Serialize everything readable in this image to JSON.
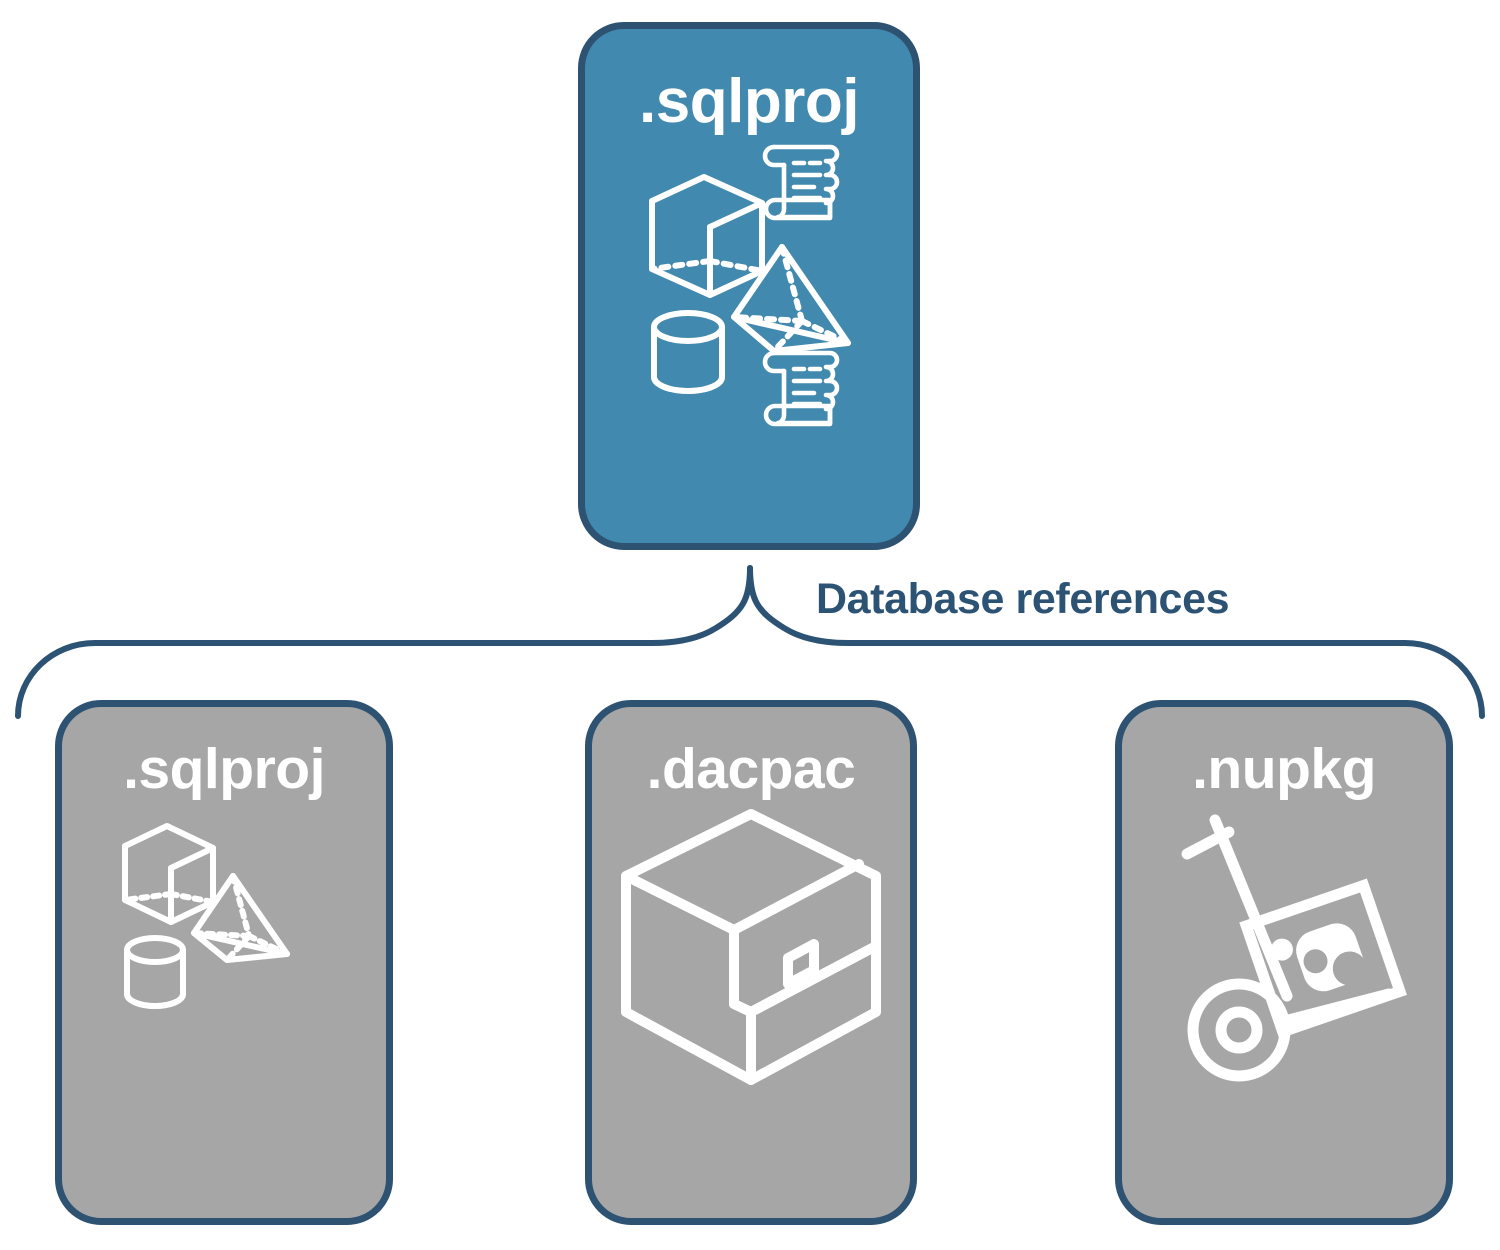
{
  "diagram": {
    "title": "Database references diagram",
    "colors": {
      "accent_blue": "#4189ae",
      "border_navy": "#2e5272",
      "gray_fill": "#a6a6a6",
      "label_navy": "#2c5274",
      "icon_white": "#ffffff",
      "background": "#ffffff"
    },
    "connector": {
      "label": "Database references",
      "style": "curly-brace",
      "name": "database-references-brace"
    },
    "parent": {
      "label": ".sqlproj",
      "fill": "#4189ae",
      "icons": [
        "cube-wireframe-icon",
        "pyramid-wireframe-icon",
        "cylinder-wireframe-icon",
        "scroll-script-icon",
        "scroll-script-icon"
      ]
    },
    "children": [
      {
        "label": ".sqlproj",
        "fill": "#a6a6a6",
        "icons": [
          "cube-wireframe-icon",
          "pyramid-wireframe-icon",
          "cylinder-wireframe-icon"
        ]
      },
      {
        "label": ".dacpac",
        "fill": "#a6a6a6",
        "icons": [
          "package-box-icon"
        ]
      },
      {
        "label": ".nupkg",
        "fill": "#a6a6a6",
        "icons": [
          "hand-truck-nuget-package-icon"
        ]
      }
    ]
  }
}
